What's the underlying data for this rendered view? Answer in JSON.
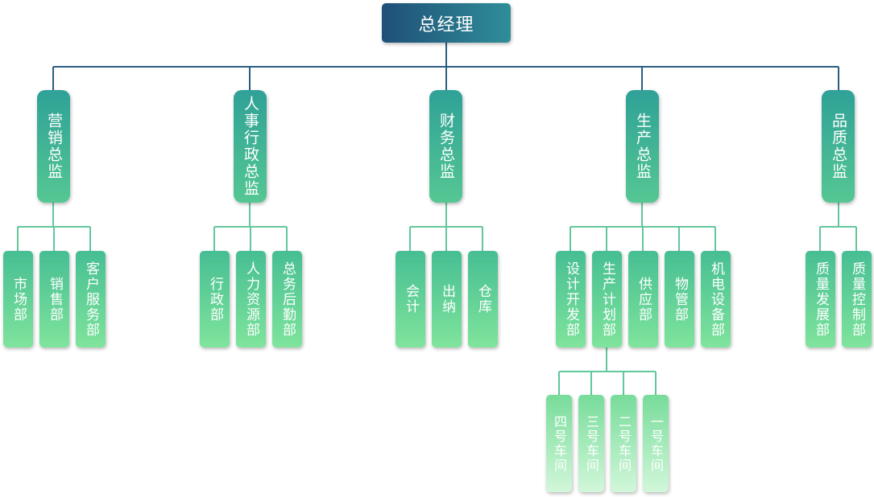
{
  "chart_data": {
    "type": "org-chart",
    "root": {
      "label": "总经理",
      "children": [
        {
          "label": "营销总监",
          "children": [
            {
              "label": "市场部"
            },
            {
              "label": "销售部"
            },
            {
              "label": "客户服务部"
            }
          ]
        },
        {
          "label": "人事行政总监",
          "children": [
            {
              "label": "行政部"
            },
            {
              "label": "人力资源部"
            },
            {
              "label": "总务后勤部"
            }
          ]
        },
        {
          "label": "财务总监",
          "children": [
            {
              "label": "会计"
            },
            {
              "label": "出纳"
            },
            {
              "label": "仓库"
            }
          ]
        },
        {
          "label": "生产总监",
          "children": [
            {
              "label": "设计开发部"
            },
            {
              "label": "生产计划部",
              "children": [
                {
                  "label": "四号车间"
                },
                {
                  "label": "三号车间"
                },
                {
                  "label": "二号车间"
                },
                {
                  "label": "一号车间"
                }
              ]
            },
            {
              "label": "供应部"
            },
            {
              "label": "物管部"
            },
            {
              "label": "机电设备部"
            }
          ]
        },
        {
          "label": "品质总监",
          "children": [
            {
              "label": "质量发展部"
            },
            {
              "label": "质量控制部"
            }
          ]
        }
      ]
    },
    "colors": {
      "connector": "#2a5d80",
      "connector_light": "#62c79a",
      "level1": [
        "#1f4f78",
        "#2f8e98"
      ],
      "level2": [
        "#2fa197",
        "#55c793"
      ],
      "level3": [
        "#46be93",
        "#7fe49c"
      ],
      "level4": [
        "#77dc9a",
        "#d2f7da"
      ]
    }
  }
}
